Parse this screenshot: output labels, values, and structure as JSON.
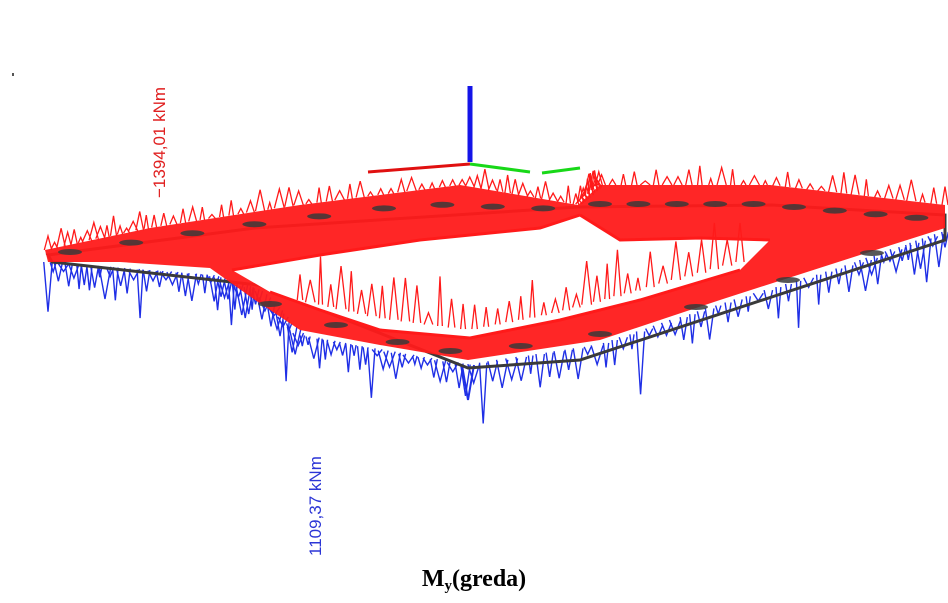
{
  "labels": {
    "min_moment": "−1394,01 kNm",
    "max_moment": "1109,37 kNm"
  },
  "caption": {
    "main": "M",
    "subscript": "y",
    "suffix": "(greda)"
  },
  "colors": {
    "negative_moment": "#ff1a1a",
    "positive_moment": "#1f2fe6",
    "axis_x": "#e01010",
    "axis_y": "#18d818",
    "axis_z": "#1414e8",
    "mesh": "#3a3a3a"
  }
}
